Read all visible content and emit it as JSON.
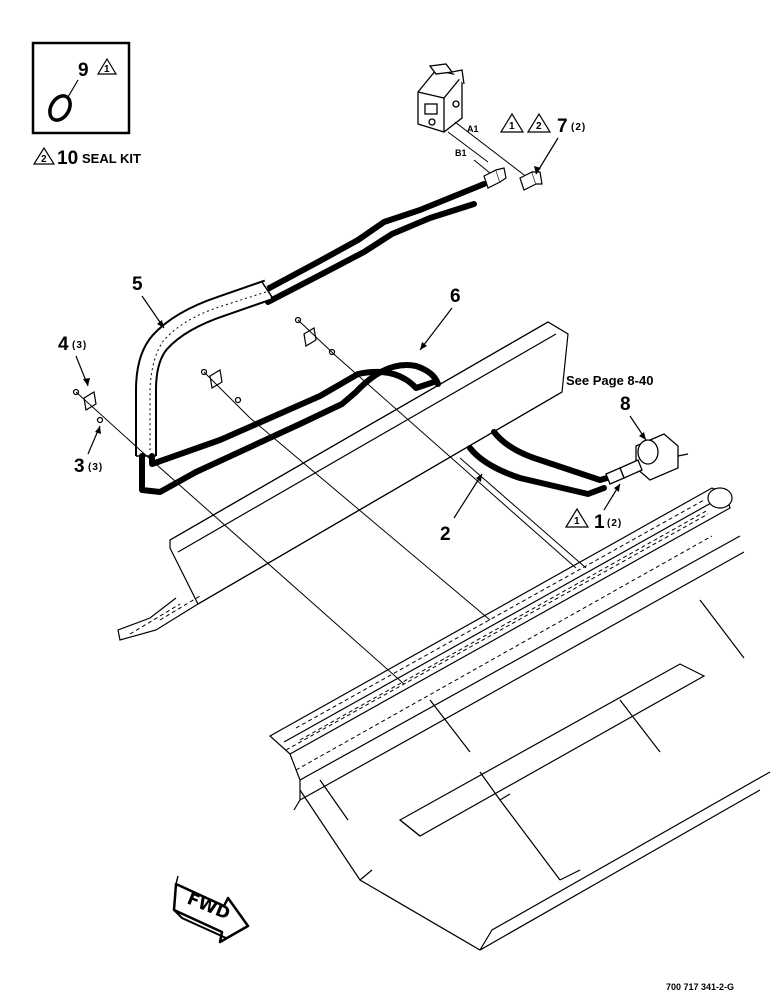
{
  "inset": {
    "item": "9",
    "item_note": "1"
  },
  "seal_kit": {
    "note": "2",
    "item": "10",
    "label": "SEAL KIT"
  },
  "ports": {
    "a": "A1",
    "b": "B1"
  },
  "callouts": {
    "c1": {
      "item": "1",
      "qty": "(2)",
      "note": "1"
    },
    "c2": {
      "item": "2"
    },
    "c3": {
      "item": "3",
      "qty": "(3)"
    },
    "c4": {
      "item": "4",
      "qty": "(3)"
    },
    "c5": {
      "item": "5"
    },
    "c6": {
      "item": "6"
    },
    "c7": {
      "item": "7",
      "qty": "(2)",
      "note1": "1",
      "note2": "2"
    },
    "c8": {
      "item": "8"
    }
  },
  "see_page": "See Page 8-40",
  "fwd": "FWD",
  "drawing_number": "700 717 341-2-G"
}
